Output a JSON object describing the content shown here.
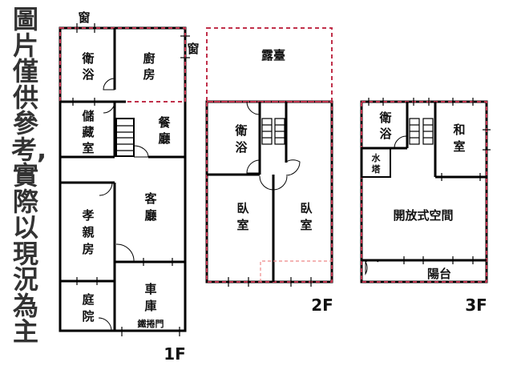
{
  "disclaimer": "圖片僅供參考,實際以現況為主",
  "floors": {
    "f1": {
      "label": "1F",
      "rooms": {
        "bath": [
          "衛",
          "浴"
        ],
        "kitchen": [
          "廚",
          "房"
        ],
        "storage": [
          "儲",
          "藏",
          "室"
        ],
        "dining": [
          "餐",
          "廳"
        ],
        "living": [
          "客",
          "廳"
        ],
        "elder": [
          "孝",
          "親",
          "房"
        ],
        "garage": [
          "車",
          "庫"
        ],
        "yard": [
          "庭",
          "院"
        ]
      },
      "window": "窗",
      "window2": "窗",
      "shutter": "鐵捲門"
    },
    "f2": {
      "label": "2F",
      "rooms": {
        "terrace": "露臺",
        "bath": [
          "衛",
          "浴"
        ],
        "bed1": [
          "臥",
          "室"
        ],
        "bed2": [
          "臥",
          "室"
        ]
      }
    },
    "f3": {
      "label": "3F",
      "rooms": {
        "bath": [
          "衛",
          "浴"
        ],
        "tank": [
          "水",
          "塔"
        ],
        "japanese": [
          "和",
          "室"
        ],
        "open": "開放式空間",
        "balcony": "陽台"
      }
    }
  },
  "colors": {
    "wall": "#000000",
    "boundary": "#c0304a",
    "text": "#333333"
  }
}
